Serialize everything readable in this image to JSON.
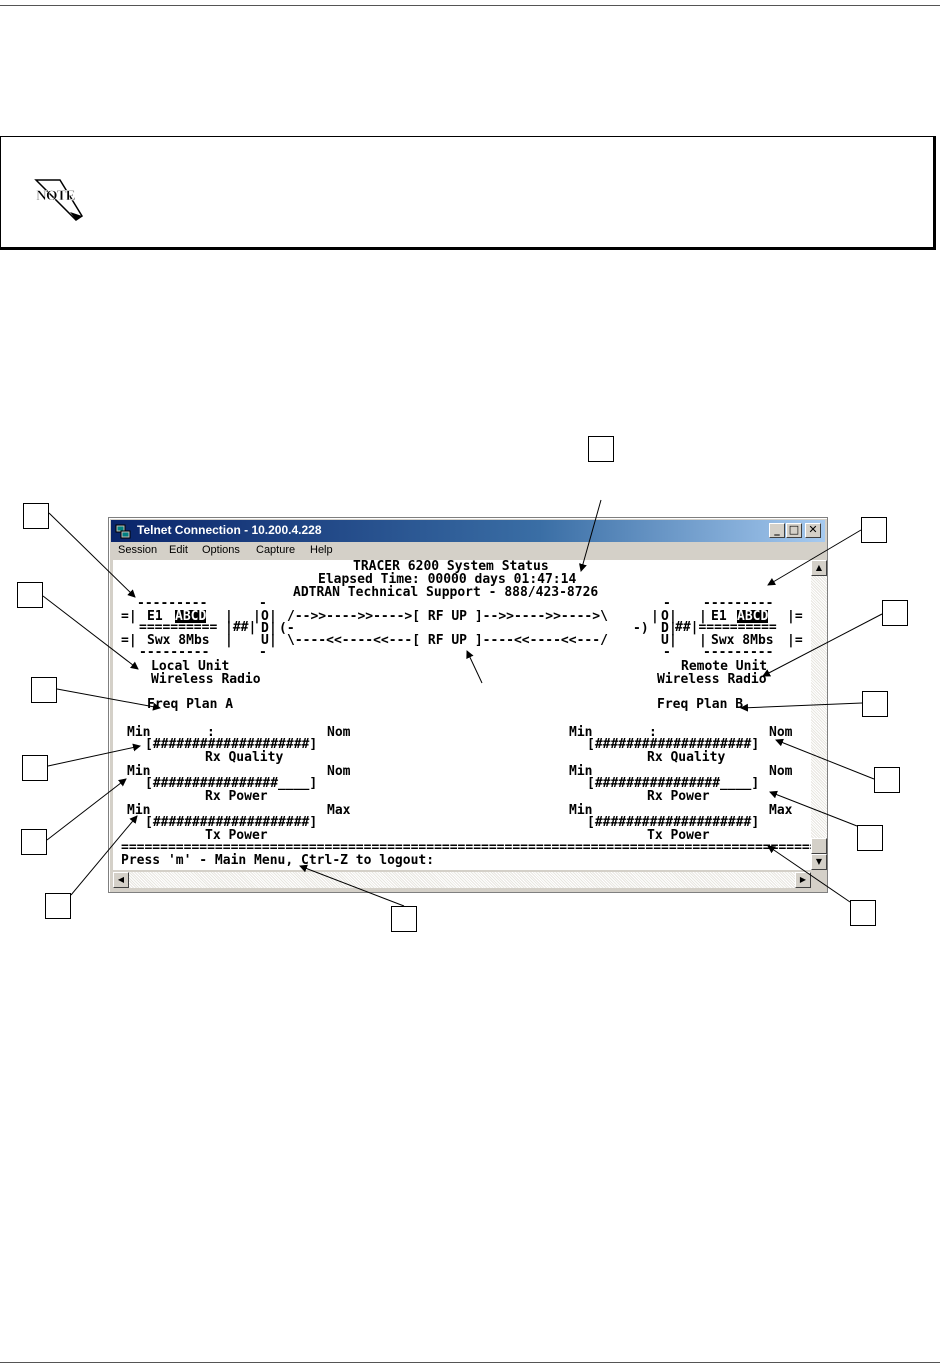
{
  "note": {
    "icon": "note-icon",
    "label": "NOTE"
  },
  "window": {
    "title": "Telnet Connection - 10.200.4.228",
    "buttons": {
      "minimize": "_",
      "maximize": "□",
      "close": "✕"
    },
    "menu": [
      "Session",
      "Edit",
      "Options",
      "Capture",
      "Help"
    ]
  },
  "terminal": {
    "header": [
      "TRACER 6200 System Status",
      "Elapsed Time: 00000 days 01:47:14",
      "ADTRAN Technical Support - 888/423-8726"
    ],
    "left_link": {
      "e1": "E1",
      "abcd": "ABCD",
      "swx": "Swx 8Mbs",
      "unit": "Local Unit",
      "radio": "Wireless Radio",
      "freq_plan": "Freq Plan A"
    },
    "right_link": {
      "e1": "E1",
      "abcd": "ABCD",
      "swx": "Swx 8Mbs",
      "unit": "Remote Unit",
      "radio": "Wireless Radio",
      "freq_plan": "Freq Plan B"
    },
    "odu": [
      "O",
      "D",
      "U"
    ],
    "rf_top": "/-->>---->>---->[ RF UP ]-->>---->>---->\\",
    "rf_mid": "(-",
    "rf_mid_end": "-)",
    "rf_bottom": "\\----<<----<<---[ RF UP ]----<<----<<---/",
    "left_meters": [
      {
        "min": "Min",
        "mid": ":",
        "max": "Nom",
        "bar": "[####################]",
        "label": "Rx Quality"
      },
      {
        "min": "Min",
        "mid": "",
        "max": "Nom",
        "bar": "[################____]",
        "label": "Rx Power"
      },
      {
        "min": "Min",
        "mid": "",
        "max": "Max",
        "bar": "[####################]",
        "label": "Tx Power"
      }
    ],
    "right_meters": [
      {
        "min": "Min",
        "mid": ":",
        "max": "Nom",
        "bar": "[####################]",
        "label": "Rx Quality"
      },
      {
        "min": "Min",
        "mid": "",
        "max": "Nom",
        "bar": "[################____]",
        "label": "Rx Power"
      },
      {
        "min": "Min",
        "mid": "",
        "max": "Max",
        "bar": "[####################]",
        "label": "Tx Power"
      }
    ],
    "prompt": "Press 'm' - Main Menu, Ctrl-Z to logout:"
  }
}
